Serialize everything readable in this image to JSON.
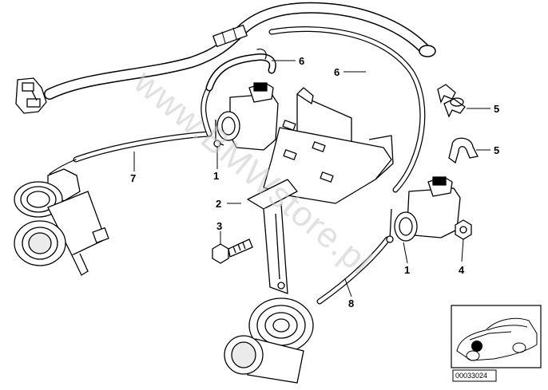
{
  "watermark": "www.BMWstore.pl",
  "reference_code": "00033024",
  "callouts": [
    {
      "id": "c1a",
      "text": "1"
    },
    {
      "id": "c1b",
      "text": "1"
    },
    {
      "id": "c2",
      "text": "2"
    },
    {
      "id": "c3",
      "text": "3"
    },
    {
      "id": "c4",
      "text": "4"
    },
    {
      "id": "c5a",
      "text": "5"
    },
    {
      "id": "c5b",
      "text": "5"
    },
    {
      "id": "c6a",
      "text": "6"
    },
    {
      "id": "c6b",
      "text": "6"
    },
    {
      "id": "c7",
      "text": "7"
    },
    {
      "id": "c8",
      "text": "8"
    }
  ]
}
